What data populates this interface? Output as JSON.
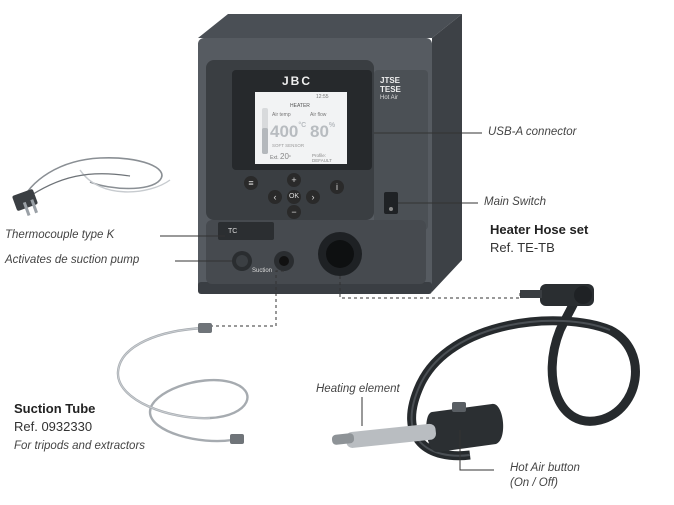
{
  "station": {
    "brand": "JBC",
    "model_line1": "JTSE",
    "model_line2": "TESE",
    "model_line3": "Hot Air",
    "port_label": "TC",
    "suction_label": "Suction",
    "ok_key": "OK",
    "plus_key": "+",
    "minus_key": "−",
    "info_key": "i",
    "menu_key": "≡",
    "left_key": "‹",
    "right_key": "›"
  },
  "screen": {
    "time": "12:55",
    "mode": "HEATER",
    "temp_label": "Air temp",
    "flow_label": "Air flow",
    "temp_value": "400",
    "temp_unit": "°C",
    "flow_value": "80",
    "flow_unit": "%",
    "status": "SOFT SENSOR",
    "ext_label": "Ext.",
    "ext_value": "20",
    "ext_unit": "°",
    "profile": "Profile:",
    "profile_value": "DEFAULT"
  },
  "callouts": {
    "usb": "USB-A connector",
    "main_switch": "Main Switch",
    "thermocouple": "Thermocouple type K",
    "suction_pump": "Activates de suction pump",
    "heating_element": "Heating element",
    "hot_air_button_line1": "Hot Air button",
    "hot_air_button_line2": "(On / Off)"
  },
  "heater_hose": {
    "title": "Heater Hose set",
    "ref": "Ref. TE-TB"
  },
  "suction_tube": {
    "title": "Suction Tube",
    "ref": "Ref. 0932330",
    "note": "For tripods and extractors"
  },
  "colors": {
    "station_body": "#555a60",
    "station_dark": "#2e3236",
    "lcd_bg": "#f2f3f4",
    "accent_gray": "#9aa0a6"
  }
}
